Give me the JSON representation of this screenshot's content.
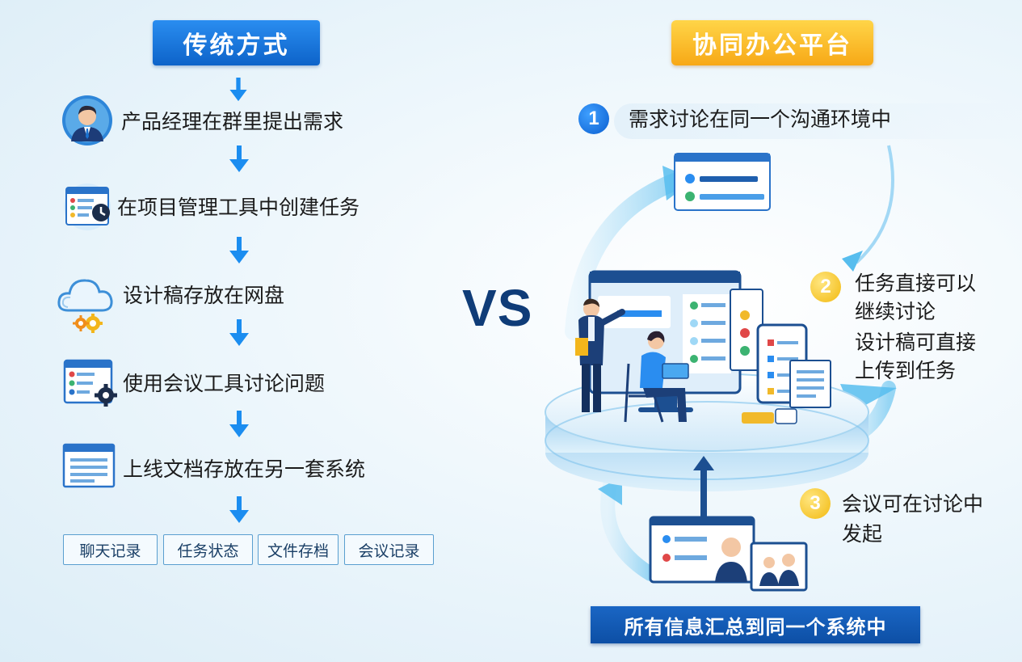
{
  "left": {
    "header": "传统方式",
    "steps": [
      {
        "label": "产品经理在群里提出需求",
        "icon": "manager-avatar-icon"
      },
      {
        "label": "在项目管理工具中创建任务",
        "icon": "task-board-icon"
      },
      {
        "label": "设计稿存放在网盘",
        "icon": "cloud-gear-icon"
      },
      {
        "label": "使用会议工具讨论问题",
        "icon": "meeting-settings-icon"
      },
      {
        "label": "上线文档存放在另一套系统",
        "icon": "document-window-icon"
      }
    ],
    "chips": [
      "聊天记录",
      "任务状态",
      "文件存档",
      "会议记录"
    ]
  },
  "vs": "VS",
  "right": {
    "header": "协同办公平台",
    "points": [
      {
        "number": "1",
        "lines": [
          "需求讨论在同一个沟通环境中"
        ]
      },
      {
        "number": "2",
        "lines": [
          "任务直接可以",
          "继续讨论",
          "设计稿可直接",
          "上传到任务"
        ]
      },
      {
        "number": "3",
        "lines": [
          "会议可在讨论中",
          "发起"
        ]
      }
    ],
    "footer": "所有信息汇总到同一个系统中"
  },
  "colors": {
    "primary_blue": "#0d63c9",
    "accent_gold": "#f7a816",
    "vs_navy": "#0f3c78",
    "arrow_blue": "#1b8df0"
  }
}
